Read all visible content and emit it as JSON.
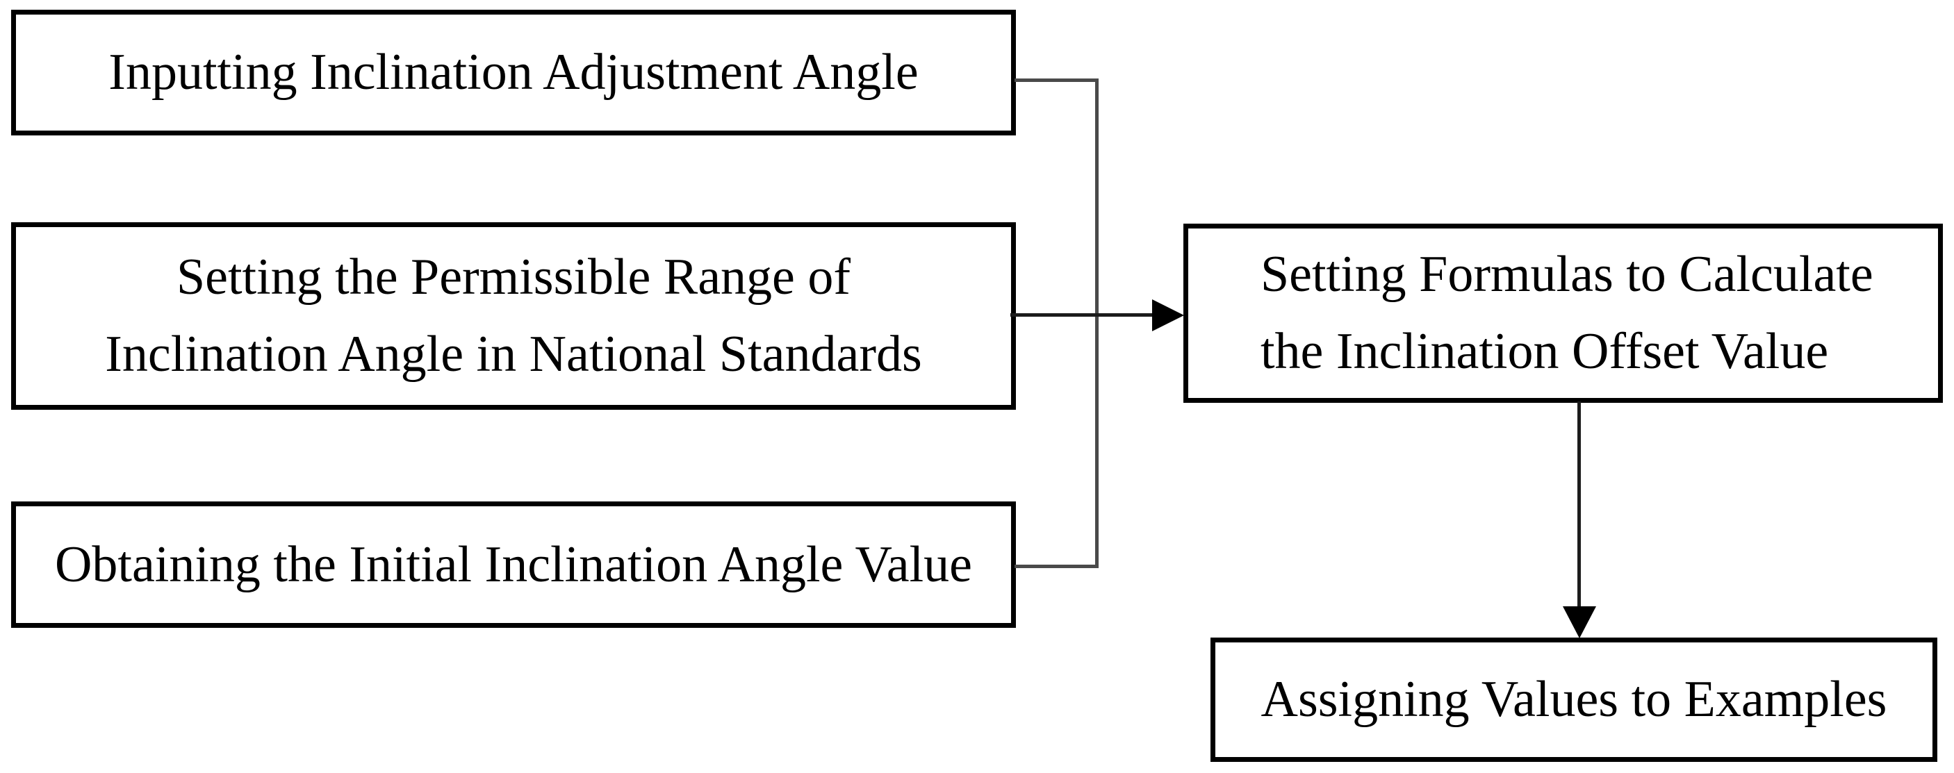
{
  "diagram": {
    "type": "flowchart",
    "background_color": "#ffffff",
    "box_border_color": "#000000",
    "connector_color": "#4a4a4a",
    "arrow_color": "#000000",
    "text_color": "#000000",
    "boxes": {
      "input_angle": {
        "lines": [
          "Inputting Inclination Adjustment Angle"
        ]
      },
      "permissible_range": {
        "lines": [
          "Setting the Permissible Range of",
          "Inclination Angle in National Standards"
        ]
      },
      "initial_value": {
        "lines": [
          "Obtaining the Initial Inclination Angle Value"
        ]
      },
      "formulas": {
        "lines": [
          "Setting Formulas to Calculate",
          "the Inclination Offset Value"
        ]
      },
      "assign_values": {
        "lines": [
          "Assigning Values to Examples"
        ]
      }
    },
    "edges": [
      {
        "from": "input_angle",
        "to": "formulas",
        "style": "elbow"
      },
      {
        "from": "permissible_range",
        "to": "formulas",
        "style": "straight-arrow"
      },
      {
        "from": "initial_value",
        "to": "formulas",
        "style": "elbow"
      },
      {
        "from": "formulas",
        "to": "assign_values",
        "style": "straight-arrow"
      }
    ]
  }
}
